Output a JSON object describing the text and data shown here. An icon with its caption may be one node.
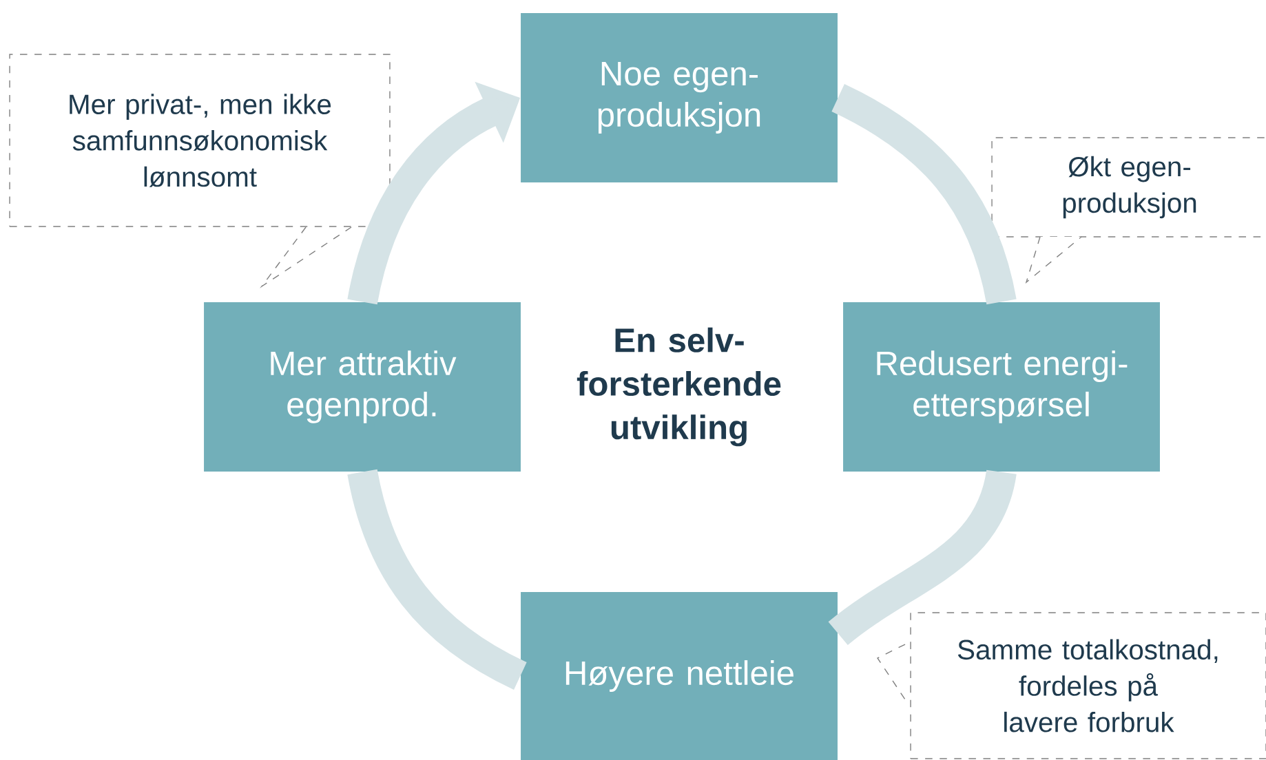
{
  "diagram": {
    "nodes": [
      {
        "text": [
          "Noe egen- produksjon"
        ]
      },
      {
        "text": [
          "Redusert energi- etterspørsel"
        ]
      },
      {
        "text": [
          "Høyere nettleie"
        ]
      },
      {
        "text": [
          "Mer attraktiv egenprod."
        ]
      },
      {
        "text": [
          "Mer privat-, men ikke samfunnsøkonomisk lønnsomt"
        ]
      },
      {
        "text": [
          "Økt egen- produksjon"
        ]
      },
      {
        "text": [
          "Samme totalkostnad, fordeles på lavere forbruk"
        ]
      }
    ],
    "edges": [
      {
        "from": 0,
        "to": 1,
        "arrow": "none"
      },
      {
        "from": 1,
        "to": 2,
        "arrow": "none"
      },
      {
        "from": 2,
        "to": 3,
        "arrow": "none"
      },
      {
        "from": 3,
        "to": 0,
        "arrow": "to"
      }
    ],
    "labels": [
      "En selv- forsterkende utvikling"
    ]
  }
}
